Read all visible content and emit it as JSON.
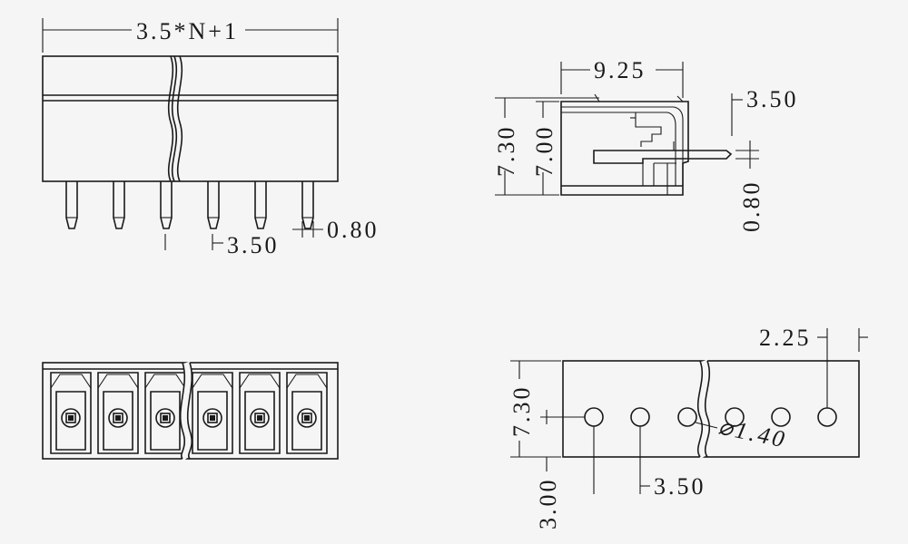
{
  "labels": {
    "pitch_formula": "3.5*N+1",
    "front_pitch": "3.50",
    "front_pin": "0.80",
    "side_width": "9.25",
    "side_height_outer": "7.30",
    "side_height_inner": "7.00",
    "side_pin_offset": "3.50",
    "side_pin_thick": "0.80",
    "pcb_offset": "2.25",
    "pcb_height": "7.30",
    "pcb_hole_row": "3.00",
    "pcb_hole_dia": "⌀1.40",
    "pcb_pitch": "3.50"
  },
  "counts": {
    "pins": 6
  }
}
